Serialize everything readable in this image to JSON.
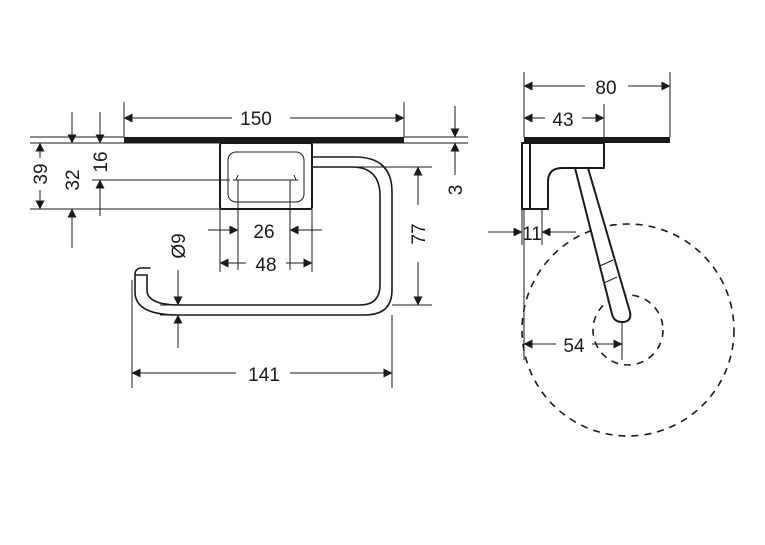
{
  "drawing": {
    "front_view": {
      "width_label": "150",
      "height_39": "39",
      "height_32": "32",
      "height_16": "16",
      "shelf_thickness": "3",
      "span_26": "26",
      "span_48": "48",
      "arm_drop": "77",
      "rod_diameter": "Ø9",
      "arm_length": "141"
    },
    "side_view": {
      "depth_label": "80",
      "bracket_depth": "43",
      "wall_plate": "11",
      "roll_offset": "54"
    }
  }
}
